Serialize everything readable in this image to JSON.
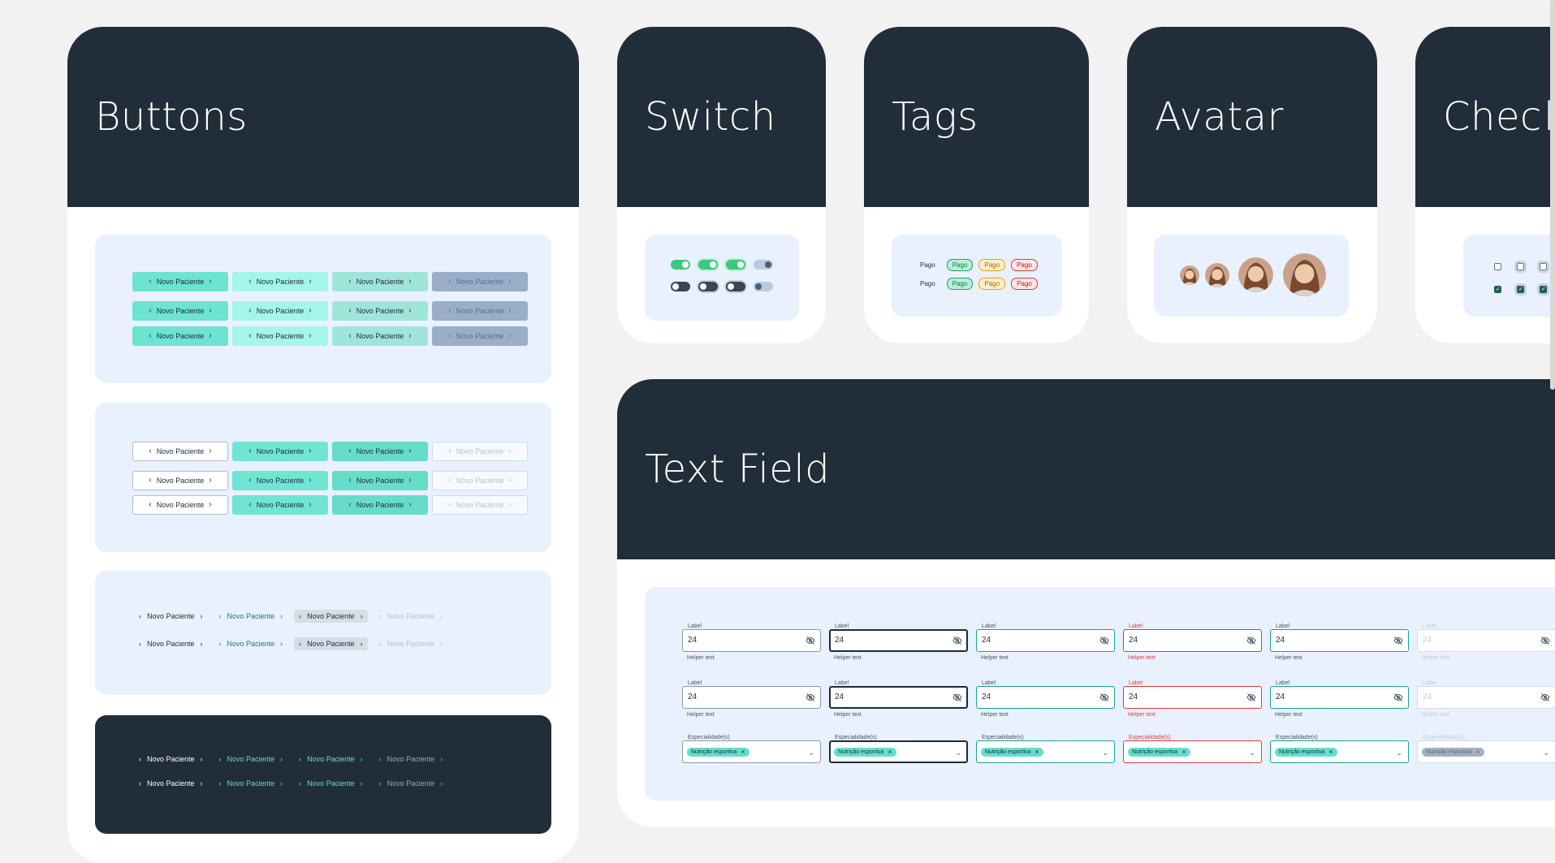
{
  "cards": {
    "buttons": "Buttons",
    "switch": "Switch",
    "tags": "Tags",
    "avatar": "Avatar",
    "checkbox": "Check",
    "text_field": "Text Field"
  },
  "button_label": "Novo Paciente",
  "tags": {
    "label": "Pago"
  },
  "text_field": {
    "label": "Label",
    "value": "24",
    "helper": "Helper text",
    "select_label": "Especialidade(s)",
    "chip": "Nutrição esportiva"
  },
  "colors": {
    "header": "#222d3a",
    "accent": "#6de3d2",
    "panel": "#e8f1fd",
    "switch_on": "#3ec77e",
    "error": "#dc3d3d"
  },
  "icons": {
    "prev": "chevron-left-icon",
    "next": "chevron-right-icon",
    "visibility": "eye-off-icon",
    "dropdown": "chevron-down-icon",
    "remove": "close-icon"
  }
}
